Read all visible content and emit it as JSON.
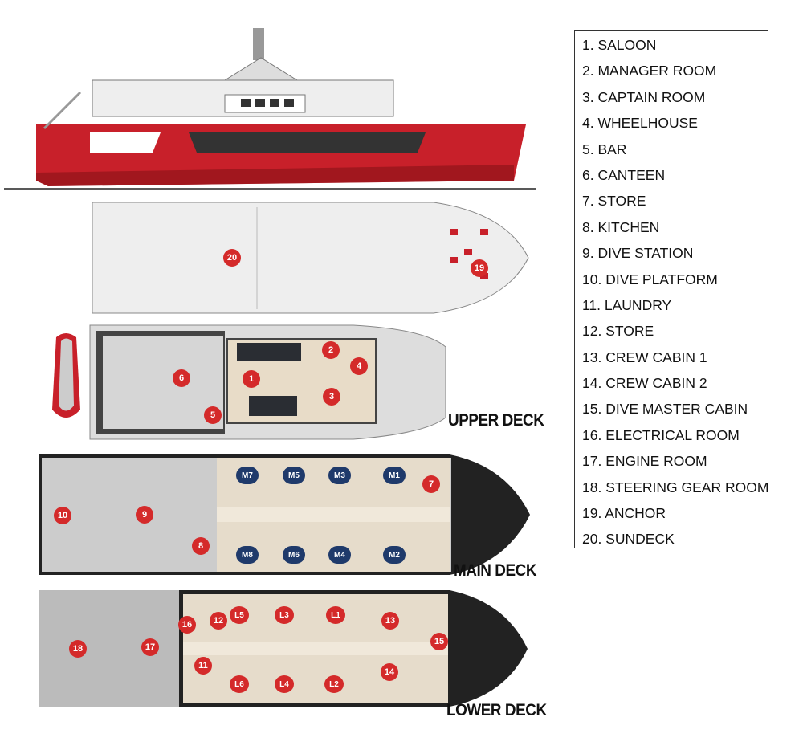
{
  "legend": [
    "1. SALOON",
    "2. MANAGER ROOM",
    "3. CAPTAIN ROOM",
    "4. WHEELHOUSE",
    "5. BAR",
    "6. CANTEEN",
    "7. STORE",
    "8. KITCHEN",
    "9. DIVE STATION",
    "10. DIVE PLATFORM",
    "11. LAUNDRY",
    "12. STORE",
    "13. CREW CABIN 1",
    "14. CREW CABIN 2",
    "15. DIVE MASTER CABIN",
    "16. ELECTRICAL ROOM",
    "17. ENGINE ROOM",
    "18. STEERING GEAR ROOM",
    "19. ANCHOR",
    "20. SUNDECK"
  ],
  "decks": {
    "upper": "UPPER DECK",
    "main": "MAIN DECK",
    "lower": "LOWER DECK"
  },
  "markers": {
    "m1": "1",
    "m2": "2",
    "m3": "3",
    "m4": "4",
    "m5": "5",
    "m6": "6",
    "m7": "7",
    "m8": "8",
    "m9": "9",
    "m10": "10",
    "m11": "11",
    "m12": "12",
    "m13": "13",
    "m14": "14",
    "m15": "15",
    "m16": "16",
    "m17": "17",
    "m18": "18",
    "m19": "19",
    "m20": "20"
  },
  "cabins": {
    "M1": "M1",
    "M2": "M2",
    "M3": "M3",
    "M4": "M4",
    "M5": "M5",
    "M6": "M6",
    "M7": "M7",
    "M8": "M8",
    "L1": "L1",
    "L2": "L2",
    "L3": "L3",
    "L4": "L4",
    "L5": "L5",
    "L6": "L6"
  },
  "colors": {
    "hull": "#c8202a",
    "marker": "#d42a2a",
    "cabin": "#1f3a6b"
  }
}
